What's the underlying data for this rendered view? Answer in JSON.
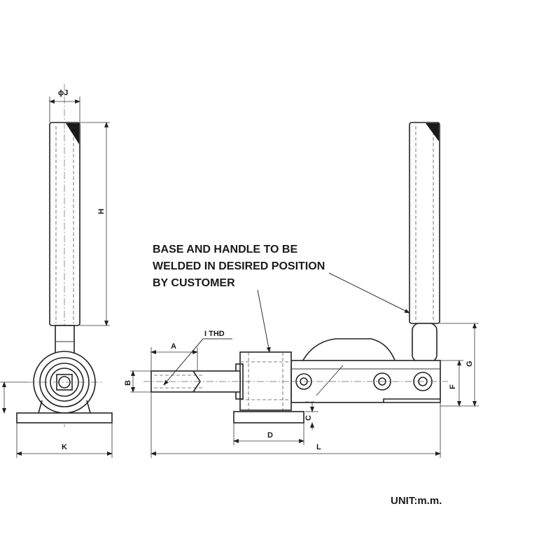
{
  "note": {
    "line1": "BASE AND HANDLE TO BE",
    "line2": "WELDED IN DESIRED POSITION",
    "line3": "BY CUSTOMER"
  },
  "dimensions": {
    "phiJ": "ϕJ",
    "H": "H",
    "K": "K",
    "A": "A",
    "B": "B",
    "C": "C",
    "D": "D",
    "F": "F",
    "G": "G",
    "L": "L",
    "thread": "I THD"
  },
  "unit": "UNIT:m.m."
}
